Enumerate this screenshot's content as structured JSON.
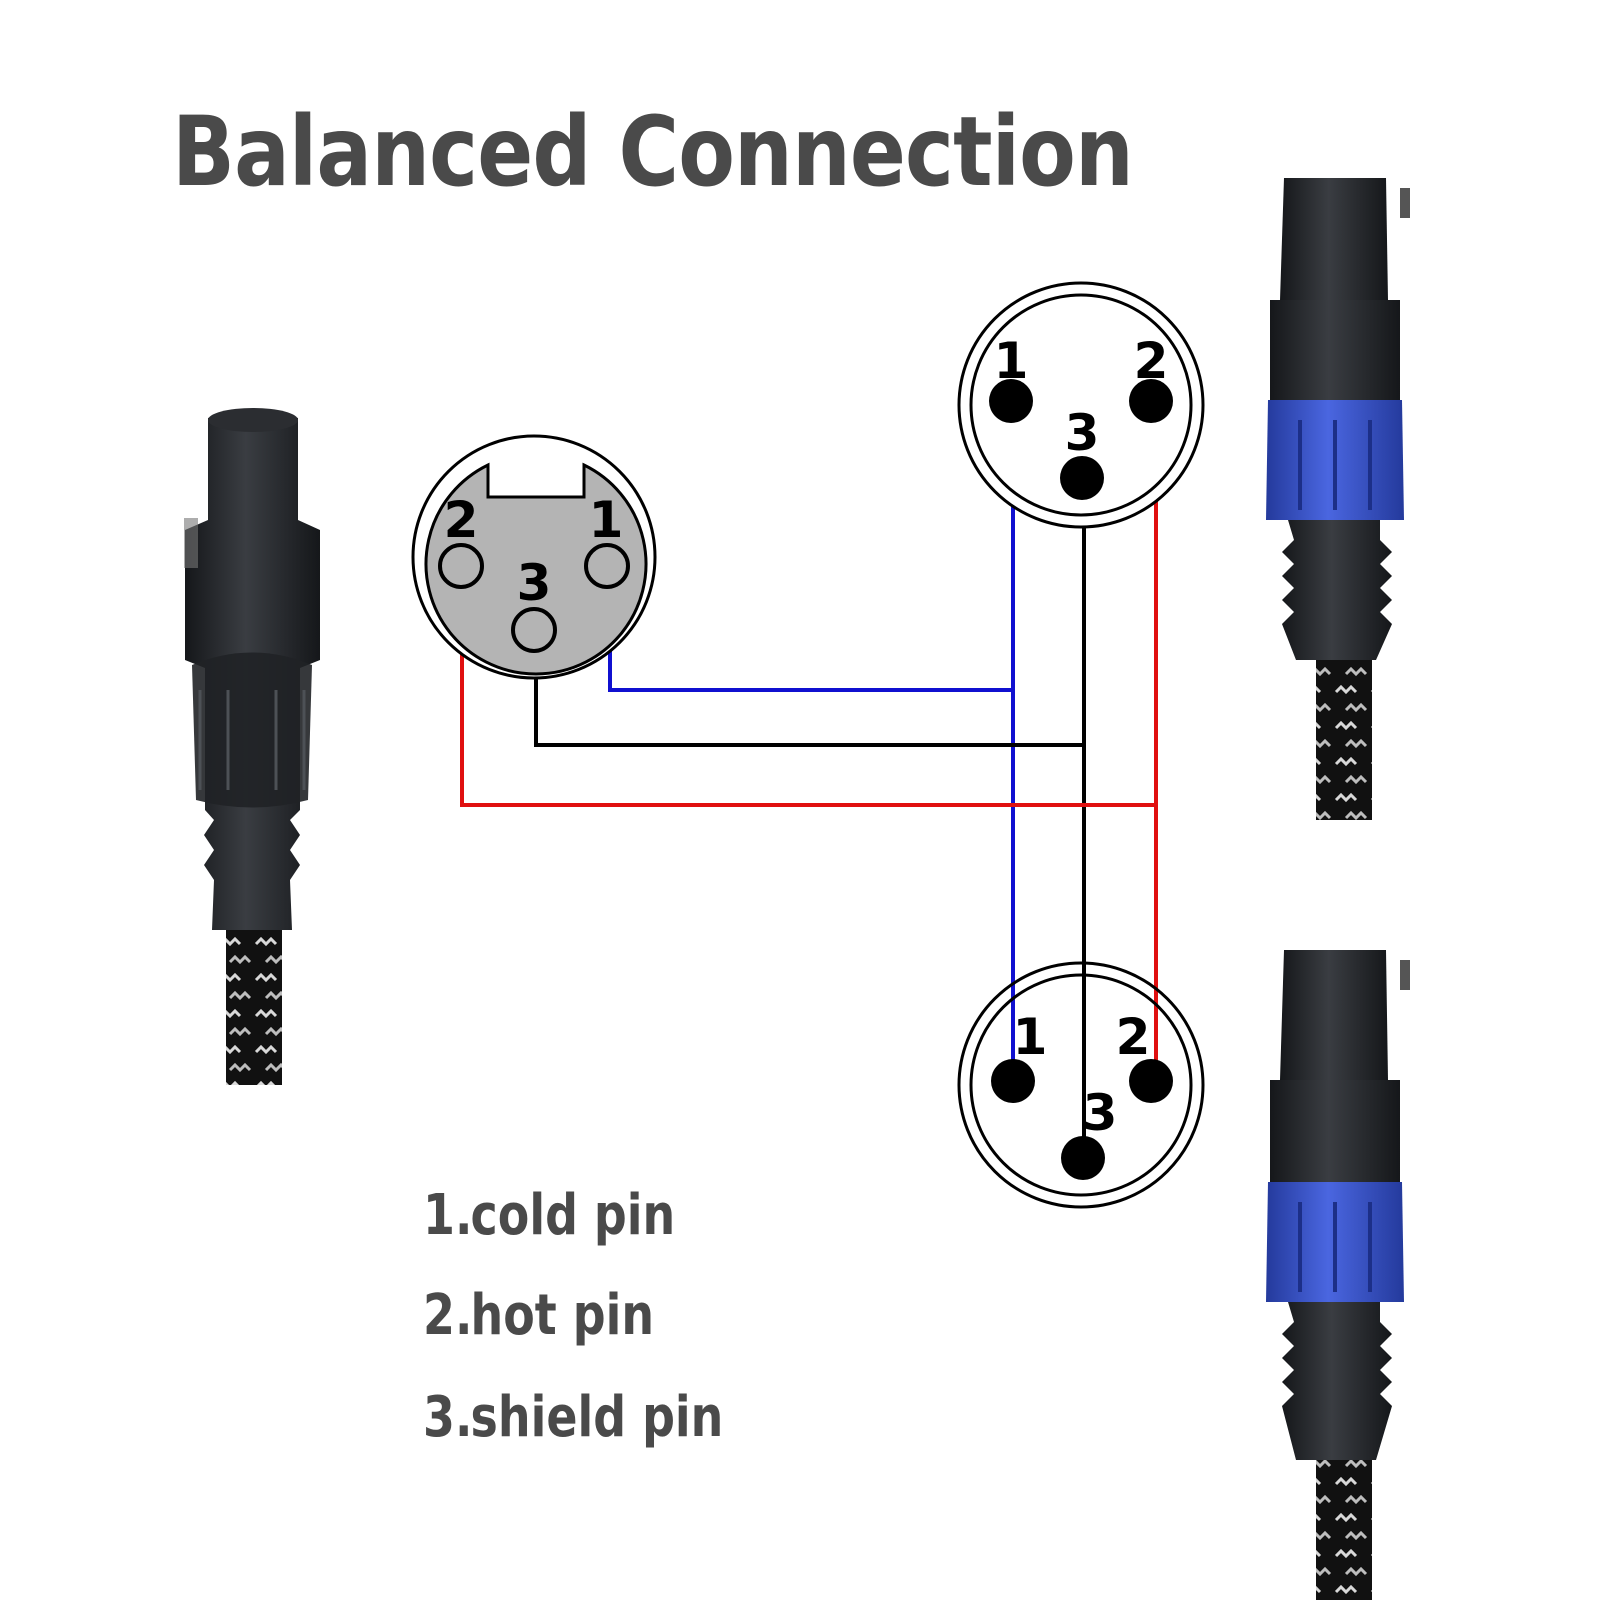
{
  "title": "Balanced Connection",
  "legend": [
    {
      "number": "1.",
      "text": "cold pin"
    },
    {
      "number": "2.",
      "text": "hot pin"
    },
    {
      "number": "3.",
      "text": "shield pin"
    }
  ],
  "female_connector": {
    "pins": [
      {
        "label": "1"
      },
      {
        "label": "2"
      },
      {
        "label": "3"
      }
    ],
    "fill_color": "#b4b4b4"
  },
  "male_connector_top": {
    "pins": [
      {
        "label": "1"
      },
      {
        "label": "2"
      },
      {
        "label": "3"
      }
    ]
  },
  "male_connector_bottom": {
    "pins": [
      {
        "label": "1"
      },
      {
        "label": "2"
      },
      {
        "label": "3"
      }
    ]
  },
  "wires": {
    "pin1_color": "#1010d0",
    "pin2_color": "#e01010",
    "pin3_color": "#000000"
  },
  "cable_colors": {
    "body": "#222426",
    "accent_blue": "#3a55c8",
    "braid": "#111111"
  }
}
